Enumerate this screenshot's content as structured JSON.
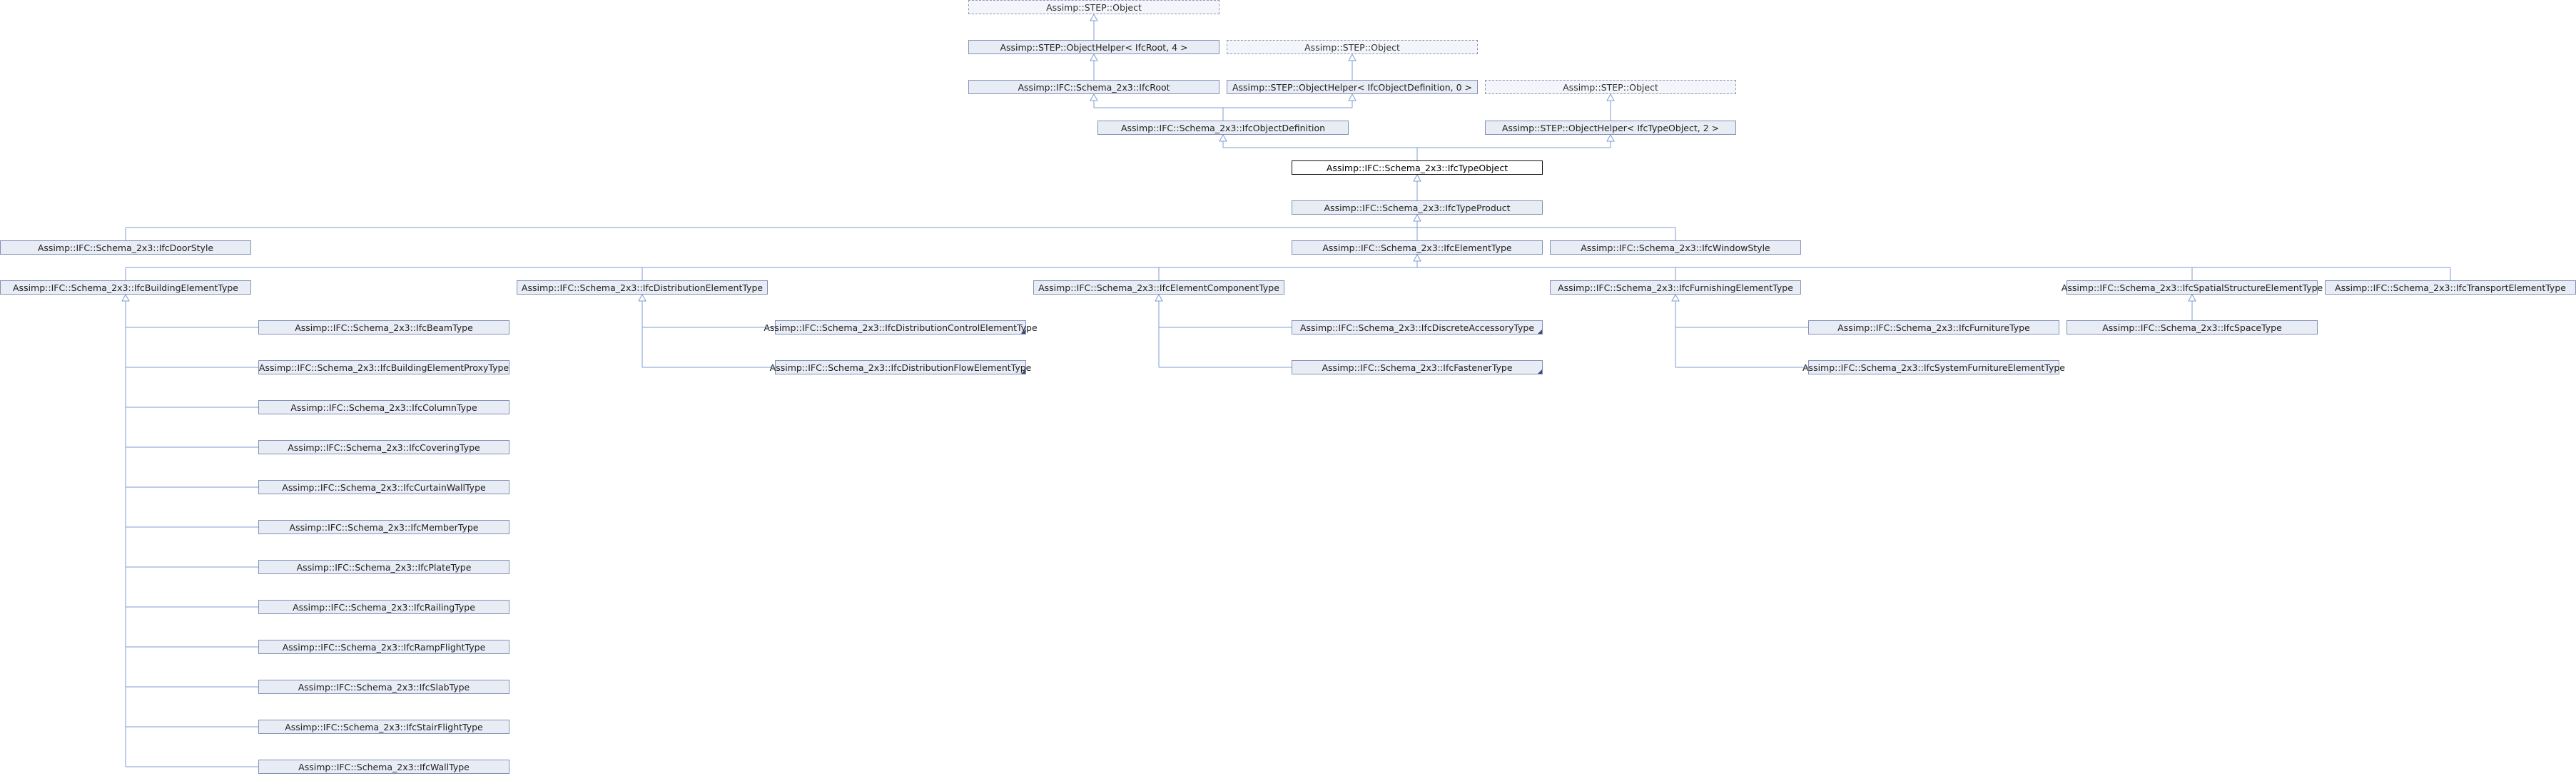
{
  "colors": {
    "node_fill": "#e8ecf5",
    "node_border": "#8491b8",
    "edge": "#7d9ed0",
    "current_border": "#111111"
  },
  "nodes": [
    {
      "id": "step_object_1",
      "label": "Assimp::STEP::Object",
      "style": "external"
    },
    {
      "id": "objhelper_root",
      "label": "Assimp::STEP::ObjectHelper< IfcRoot, 4 >",
      "style": "normal"
    },
    {
      "id": "step_object_2",
      "label": "Assimp::STEP::Object",
      "style": "external"
    },
    {
      "id": "ifcroot",
      "label": "Assimp::IFC::Schema_2x3::IfcRoot",
      "style": "normal"
    },
    {
      "id": "objhelper_objdef",
      "label": "Assimp::STEP::ObjectHelper< IfcObjectDefinition, 0 >",
      "style": "normal"
    },
    {
      "id": "step_object_3",
      "label": "Assimp::STEP::Object",
      "style": "external"
    },
    {
      "id": "ifcobjectdefinition",
      "label": "Assimp::IFC::Schema_2x3::IfcObjectDefinition",
      "style": "normal"
    },
    {
      "id": "objhelper_typeobj",
      "label": "Assimp::STEP::ObjectHelper< IfcTypeObject, 2 >",
      "style": "normal"
    },
    {
      "id": "ifctypeobject",
      "label": "Assimp::IFC::Schema_2x3::IfcTypeObject",
      "style": "current"
    },
    {
      "id": "ifctypeproduct",
      "label": "Assimp::IFC::Schema_2x3::IfcTypeProduct",
      "style": "normal"
    },
    {
      "id": "ifcdoorstyle",
      "label": "Assimp::IFC::Schema_2x3::IfcDoorStyle",
      "style": "normal"
    },
    {
      "id": "ifcelementtype",
      "label": "Assimp::IFC::Schema_2x3::IfcElementType",
      "style": "normal"
    },
    {
      "id": "ifcwindowstyle",
      "label": "Assimp::IFC::Schema_2x3::IfcWindowStyle",
      "style": "normal"
    },
    {
      "id": "ifcbuildingelementtype",
      "label": "Assimp::IFC::Schema_2x3::IfcBuildingElementType",
      "style": "normal"
    },
    {
      "id": "ifcdistributionelementtype",
      "label": "Assimp::IFC::Schema_2x3::IfcDistributionElementType",
      "style": "normal"
    },
    {
      "id": "ifcelementcomponenttype",
      "label": "Assimp::IFC::Schema_2x3::IfcElementComponentType",
      "style": "normal"
    },
    {
      "id": "ifcfurnishingelementtype",
      "label": "Assimp::IFC::Schema_2x3::IfcFurnishingElementType",
      "style": "normal"
    },
    {
      "id": "ifcspatialstructureelementtype",
      "label": "Assimp::IFC::Schema_2x3::IfcSpatialStructureElementType",
      "style": "normal"
    },
    {
      "id": "ifctransportelementtype",
      "label": "Assimp::IFC::Schema_2x3::IfcTransportElementType",
      "style": "normal"
    },
    {
      "id": "ifcbeamtype",
      "label": "Assimp::IFC::Schema_2x3::IfcBeamType",
      "style": "normal"
    },
    {
      "id": "ifcbuildingelementproxytype",
      "label": "Assimp::IFC::Schema_2x3::IfcBuildingElementProxyType",
      "style": "normal"
    },
    {
      "id": "ifccolumntype",
      "label": "Assimp::IFC::Schema_2x3::IfcColumnType",
      "style": "normal"
    },
    {
      "id": "ifccoveringtype",
      "label": "Assimp::IFC::Schema_2x3::IfcCoveringType",
      "style": "normal"
    },
    {
      "id": "ifccurtainwalltype",
      "label": "Assimp::IFC::Schema_2x3::IfcCurtainWallType",
      "style": "normal"
    },
    {
      "id": "ifcmembertype",
      "label": "Assimp::IFC::Schema_2x3::IfcMemberType",
      "style": "normal"
    },
    {
      "id": "ifcplatetype",
      "label": "Assimp::IFC::Schema_2x3::IfcPlateType",
      "style": "normal"
    },
    {
      "id": "ifcrailingtype",
      "label": "Assimp::IFC::Schema_2x3::IfcRailingType",
      "style": "normal"
    },
    {
      "id": "ifcrampflighttype",
      "label": "Assimp::IFC::Schema_2x3::IfcRampFlightType",
      "style": "normal"
    },
    {
      "id": "ifcslabtype",
      "label": "Assimp::IFC::Schema_2x3::IfcSlabType",
      "style": "normal"
    },
    {
      "id": "ifcstairflighttype",
      "label": "Assimp::IFC::Schema_2x3::IfcStairFlightType",
      "style": "normal"
    },
    {
      "id": "ifcwalltype",
      "label": "Assimp::IFC::Schema_2x3::IfcWallType",
      "style": "normal"
    },
    {
      "id": "ifcdistributioncontrolelementtype",
      "label": "Assimp::IFC::Schema_2x3::IfcDistributionControlElementType",
      "style": "truncated"
    },
    {
      "id": "ifcdistributionflowelementtype",
      "label": "Assimp::IFC::Schema_2x3::IfcDistributionFlowElementType",
      "style": "truncated"
    },
    {
      "id": "ifcdiscreteaccessorytype",
      "label": "Assimp::IFC::Schema_2x3::IfcDiscreteAccessoryType",
      "style": "truncated"
    },
    {
      "id": "ifcfastenertype",
      "label": "Assimp::IFC::Schema_2x3::IfcFastenerType",
      "style": "truncated"
    },
    {
      "id": "ifcfurnituretype",
      "label": "Assimp::IFC::Schema_2x3::IfcFurnitureType",
      "style": "normal"
    },
    {
      "id": "ifcsystemfurnitureelementtype",
      "label": "Assimp::IFC::Schema_2x3::IfcSystemFurnitureElementType",
      "style": "normal"
    },
    {
      "id": "ifcspacetype",
      "label": "Assimp::IFC::Schema_2x3::IfcSpaceType",
      "style": "normal"
    }
  ],
  "edges": [
    {
      "from": "step_object_1",
      "to": "objhelper_root"
    },
    {
      "from": "objhelper_root",
      "to": "ifcroot"
    },
    {
      "from": "step_object_2",
      "to": "objhelper_objdef"
    },
    {
      "from": "ifcroot",
      "to": "ifcobjectdefinition"
    },
    {
      "from": "objhelper_objdef",
      "to": "ifcobjectdefinition"
    },
    {
      "from": "step_object_3",
      "to": "objhelper_typeobj"
    },
    {
      "from": "ifcobjectdefinition",
      "to": "ifctypeobject"
    },
    {
      "from": "objhelper_typeobj",
      "to": "ifctypeobject"
    },
    {
      "from": "ifctypeobject",
      "to": "ifctypeproduct"
    },
    {
      "from": "ifctypeproduct",
      "to": "ifcdoorstyle"
    },
    {
      "from": "ifctypeproduct",
      "to": "ifcelementtype"
    },
    {
      "from": "ifctypeproduct",
      "to": "ifcwindowstyle"
    },
    {
      "from": "ifcelementtype",
      "to": "ifcbuildingelementtype"
    },
    {
      "from": "ifcelementtype",
      "to": "ifcdistributionelementtype"
    },
    {
      "from": "ifcelementtype",
      "to": "ifcelementcomponenttype"
    },
    {
      "from": "ifcelementtype",
      "to": "ifcfurnishingelementtype"
    },
    {
      "from": "ifcelementtype",
      "to": "ifcspatialstructureelementtype"
    },
    {
      "from": "ifcelementtype",
      "to": "ifctransportelementtype"
    },
    {
      "from": "ifcbuildingelementtype",
      "to": "ifcbeamtype"
    },
    {
      "from": "ifcbuildingelementtype",
      "to": "ifcbuildingelementproxytype"
    },
    {
      "from": "ifcbuildingelementtype",
      "to": "ifccolumntype"
    },
    {
      "from": "ifcbuildingelementtype",
      "to": "ifccoveringtype"
    },
    {
      "from": "ifcbuildingelementtype",
      "to": "ifccurtainwalltype"
    },
    {
      "from": "ifcbuildingelementtype",
      "to": "ifcmembertype"
    },
    {
      "from": "ifcbuildingelementtype",
      "to": "ifcplatetype"
    },
    {
      "from": "ifcbuildingelementtype",
      "to": "ifcrailingtype"
    },
    {
      "from": "ifcbuildingelementtype",
      "to": "ifcrampflighttype"
    },
    {
      "from": "ifcbuildingelementtype",
      "to": "ifcslabtype"
    },
    {
      "from": "ifcbuildingelementtype",
      "to": "ifcstairflighttype"
    },
    {
      "from": "ifcbuildingelementtype",
      "to": "ifcwalltype"
    },
    {
      "from": "ifcdistributionelementtype",
      "to": "ifcdistributioncontrolelementtype"
    },
    {
      "from": "ifcdistributionelementtype",
      "to": "ifcdistributionflowelementtype"
    },
    {
      "from": "ifcelementcomponenttype",
      "to": "ifcdiscreteaccessorytype"
    },
    {
      "from": "ifcelementcomponenttype",
      "to": "ifcfastenertype"
    },
    {
      "from": "ifcfurnishingelementtype",
      "to": "ifcfurnituretype"
    },
    {
      "from": "ifcfurnishingelementtype",
      "to": "ifcsystemfurnitureelementtype"
    },
    {
      "from": "ifcspatialstructureelementtype",
      "to": "ifcspacetype"
    }
  ]
}
